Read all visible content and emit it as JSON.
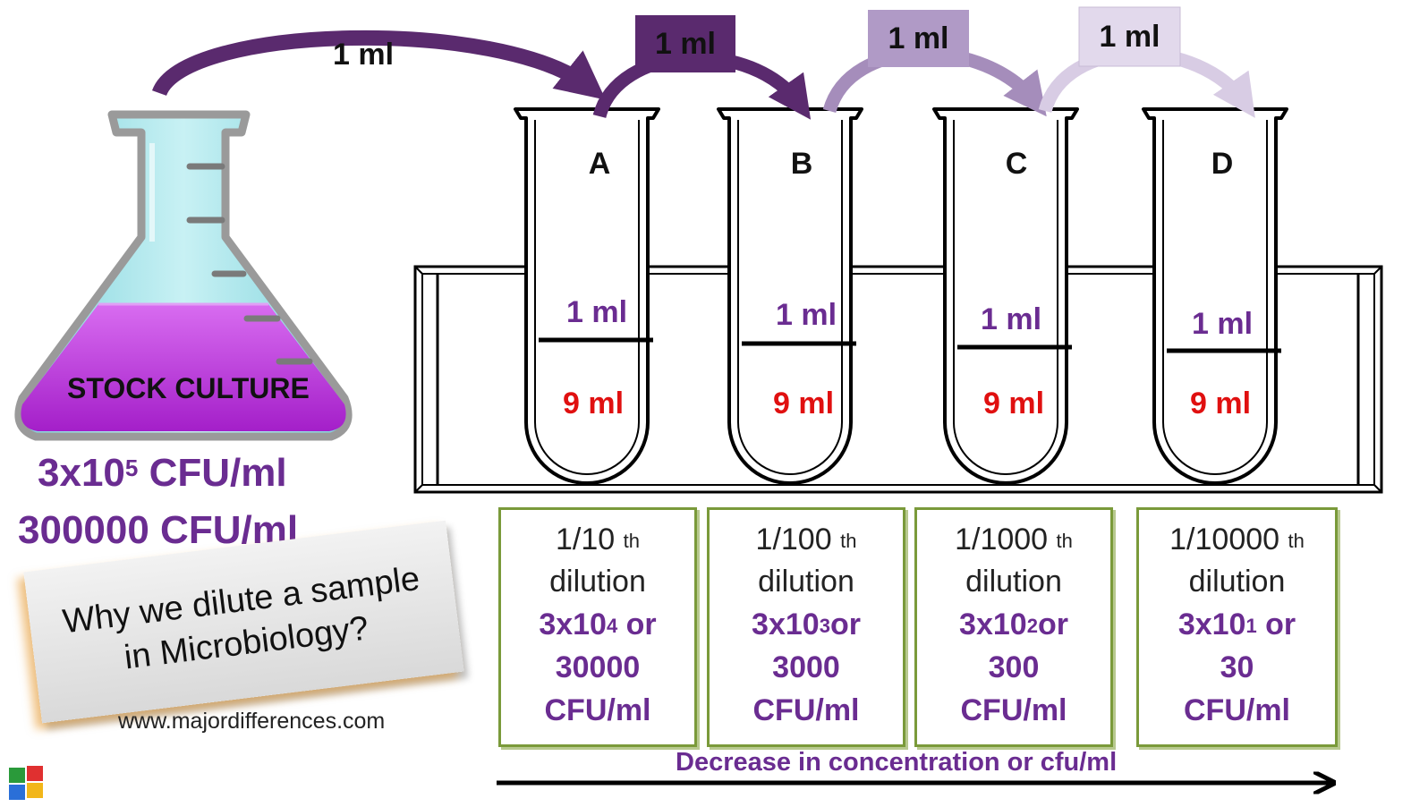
{
  "transfer_volume": "1 ml",
  "transfers": [
    {
      "label": "1 ml",
      "color": "#5a2a6e"
    },
    {
      "label": "1 ml",
      "color": "#5a2a6e",
      "box_bg": "#5a2a6e"
    },
    {
      "label": "1 ml",
      "color": "#a58dbb",
      "box_bg": "#b09ac6"
    },
    {
      "label": "1 ml",
      "color": "#d8cce4",
      "box_bg": "#e2d9ec"
    }
  ],
  "stock": {
    "label": "STOCK CULTURE",
    "conc_base": "3x10",
    "conc_exp": "5",
    "conc_unit": " CFU/ml",
    "conc_full": "300000 CFU/ml",
    "liquid_color": "#cc44e6"
  },
  "tubes": [
    {
      "letter": "A",
      "top_volume": "1 ml",
      "bottom_volume": "9 ml"
    },
    {
      "letter": "B",
      "top_volume": "1 ml",
      "bottom_volume": "9 ml"
    },
    {
      "letter": "C",
      "top_volume": "1 ml",
      "bottom_volume": "9 ml"
    },
    {
      "letter": "D",
      "top_volume": "1 ml",
      "bottom_volume": "9 ml"
    }
  ],
  "dilutions": [
    {
      "fraction": "1/10",
      "suffix": "th",
      "word": "dilution",
      "conc_base": "3x10",
      "conc_exp": "4",
      "conc_or": " or",
      "conc_value": "30000",
      "unit": "CFU/ml"
    },
    {
      "fraction": "1/100",
      "suffix": "th",
      "word": "dilution",
      "conc_base": "3x10",
      "conc_exp": "3",
      "conc_or": "or",
      "conc_value": "3000",
      "unit": "CFU/ml"
    },
    {
      "fraction": "1/1000",
      "suffix": "th",
      "word": "dilution",
      "conc_base": "3x10",
      "conc_exp": "2",
      "conc_or": "or",
      "conc_value": "300",
      "unit": "CFU/ml"
    },
    {
      "fraction": "1/10000",
      "suffix": "th",
      "word": "dilution",
      "conc_base": "3x10",
      "conc_exp": "1",
      "conc_or": " or",
      "conc_value": "30",
      "unit": "CFU/ml"
    }
  ],
  "question": {
    "line1": "Why we dilute a sample",
    "line2": "in Microbiology?"
  },
  "website": "www.majordifferences.com",
  "trend_label": "Decrease in concentration or cfu/ml",
  "colors": {
    "purple_text": "#6a2c91",
    "red_text": "#e01010",
    "box_border": "#7a9a3a"
  }
}
